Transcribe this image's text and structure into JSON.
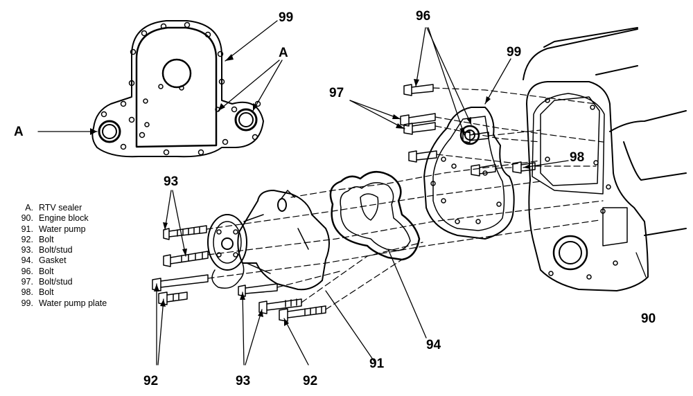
{
  "callouts": {
    "c99_top": "99",
    "cA_top": "A",
    "cA_left": "A",
    "c96": "96",
    "c99_right": "99",
    "c97": "97",
    "c98": "98",
    "c93_top": "93",
    "c90": "90",
    "c94": "94",
    "c91": "91",
    "c92_left": "92",
    "c93_bottom": "93",
    "c92_bottom": "92"
  },
  "legend": [
    {
      "key": "A.",
      "text": "RTV sealer"
    },
    {
      "key": "90.",
      "text": "Engine block"
    },
    {
      "key": "91.",
      "text": "Water pump"
    },
    {
      "key": "92.",
      "text": "Bolt"
    },
    {
      "key": "93.",
      "text": "Bolt/stud"
    },
    {
      "key": "94.",
      "text": "Gasket"
    },
    {
      "key": "96.",
      "text": "Bolt"
    },
    {
      "key": "97.",
      "text": "Bolt/stud"
    },
    {
      "key": "98.",
      "text": "Bolt"
    },
    {
      "key": "99.",
      "text": "Water pump plate"
    }
  ]
}
